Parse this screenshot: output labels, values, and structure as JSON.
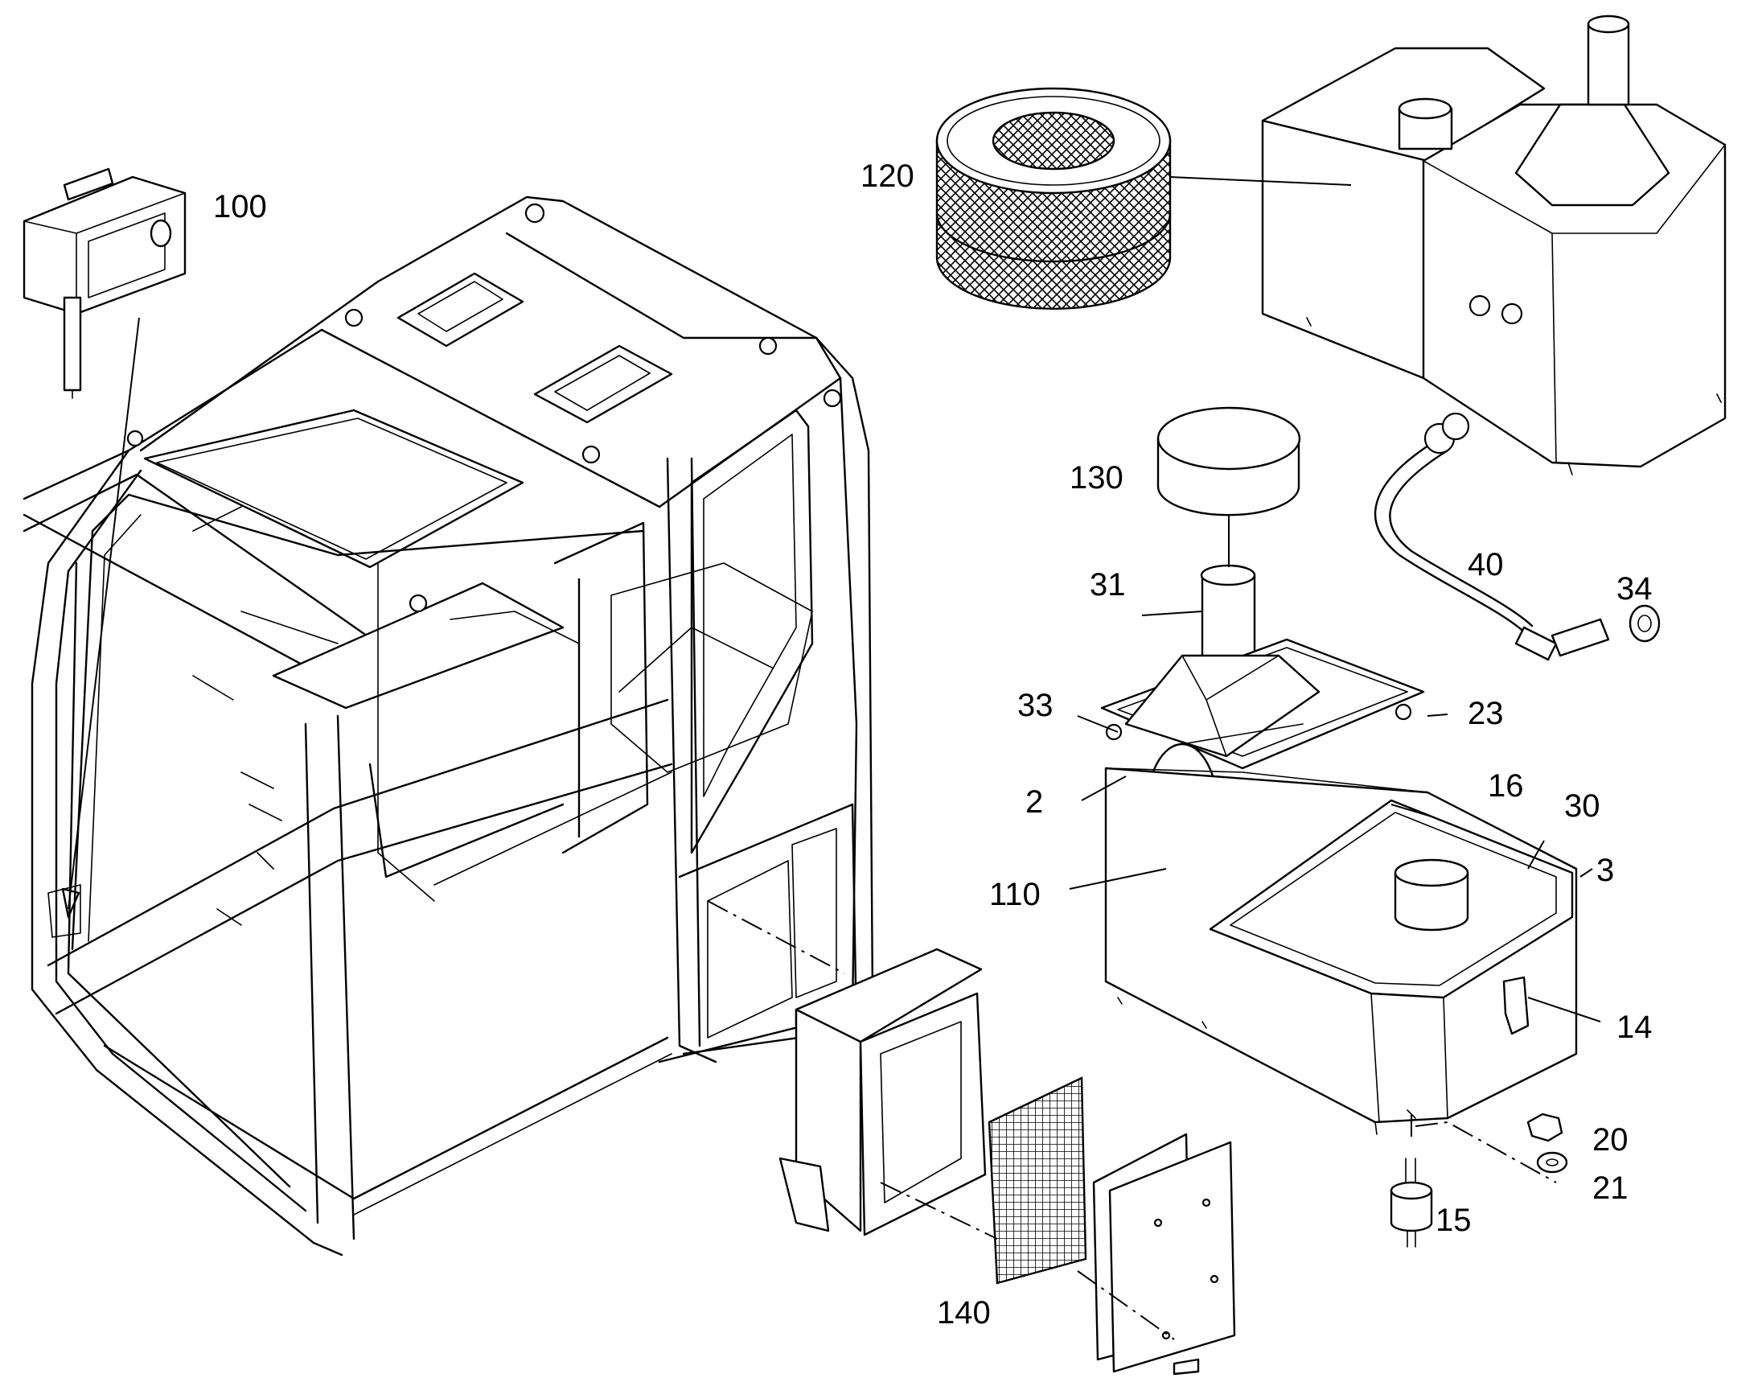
{
  "callouts": {
    "c100": "100",
    "c120": "120",
    "c130": "130",
    "c31": "31",
    "c40": "40",
    "c34": "34",
    "c33": "33",
    "c23": "23",
    "c2": "2",
    "c16": "16",
    "c30": "30",
    "c3": "3",
    "c110": "110",
    "c14": "14",
    "c20": "20",
    "c21": "21",
    "c15": "15",
    "c140": "140"
  },
  "style": {
    "line_color": "#000000",
    "background": "#ffffff"
  }
}
